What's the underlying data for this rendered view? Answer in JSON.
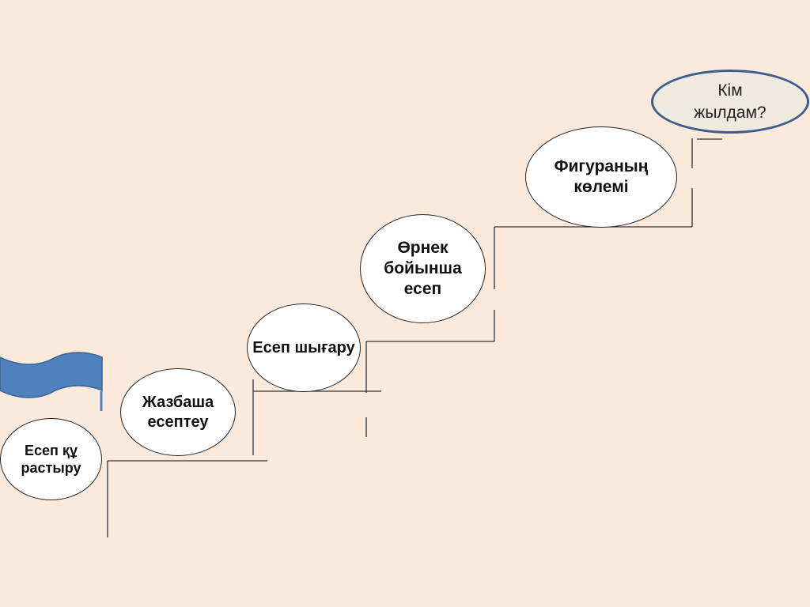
{
  "steps": [
    {
      "label": "Есеп құ\nрастыру"
    },
    {
      "label": "Жазбаша\nесептеу"
    },
    {
      "label": "Есеп шығару"
    },
    {
      "label": "Өрнек\nбойынша\nесеп"
    },
    {
      "label": "Фигураның\nкөлемі"
    }
  ],
  "goal": {
    "label": "Кім\nжылдам?"
  },
  "colors": {
    "background": "#fbe9dc",
    "flag": "#4f81bd",
    "goal_border": "#3f5d8c",
    "goal_fill": "#eeeae0"
  }
}
